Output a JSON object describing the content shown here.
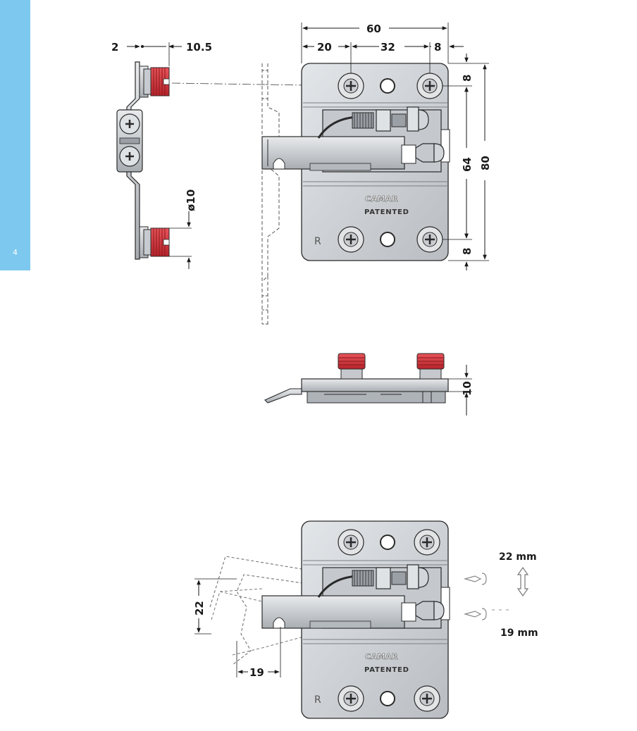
{
  "page": {
    "number": "4"
  },
  "colors": {
    "side_tab": "#7cc8ee",
    "plate_metal": "#d2d5d9",
    "insert_red": "#d8383f",
    "line": "#2a2a2a"
  },
  "side_view": {
    "dim_left": "2",
    "dim_right": "10.5",
    "dim_diameter": "ø10"
  },
  "front_view": {
    "dim_total_width": "60",
    "dim_left_spacing": "20",
    "dim_hole_spacing": "32",
    "dim_right_offset": "8",
    "dim_top_offset": "8",
    "dim_vertical_spacing": "64",
    "dim_total_height": "80",
    "dim_bottom_offset": "8",
    "brand": "CAMAR",
    "patented": "PATENTED",
    "side_mark": "R"
  },
  "top_view": {
    "dim_height": "10"
  },
  "adjustment_view": {
    "dim_vertical": "22",
    "dim_horizontal": "19",
    "label_vertical": "22 mm",
    "label_horizontal": "19 mm",
    "brand": "CAMAR",
    "patented": "PATENTED",
    "side_mark": "R"
  }
}
